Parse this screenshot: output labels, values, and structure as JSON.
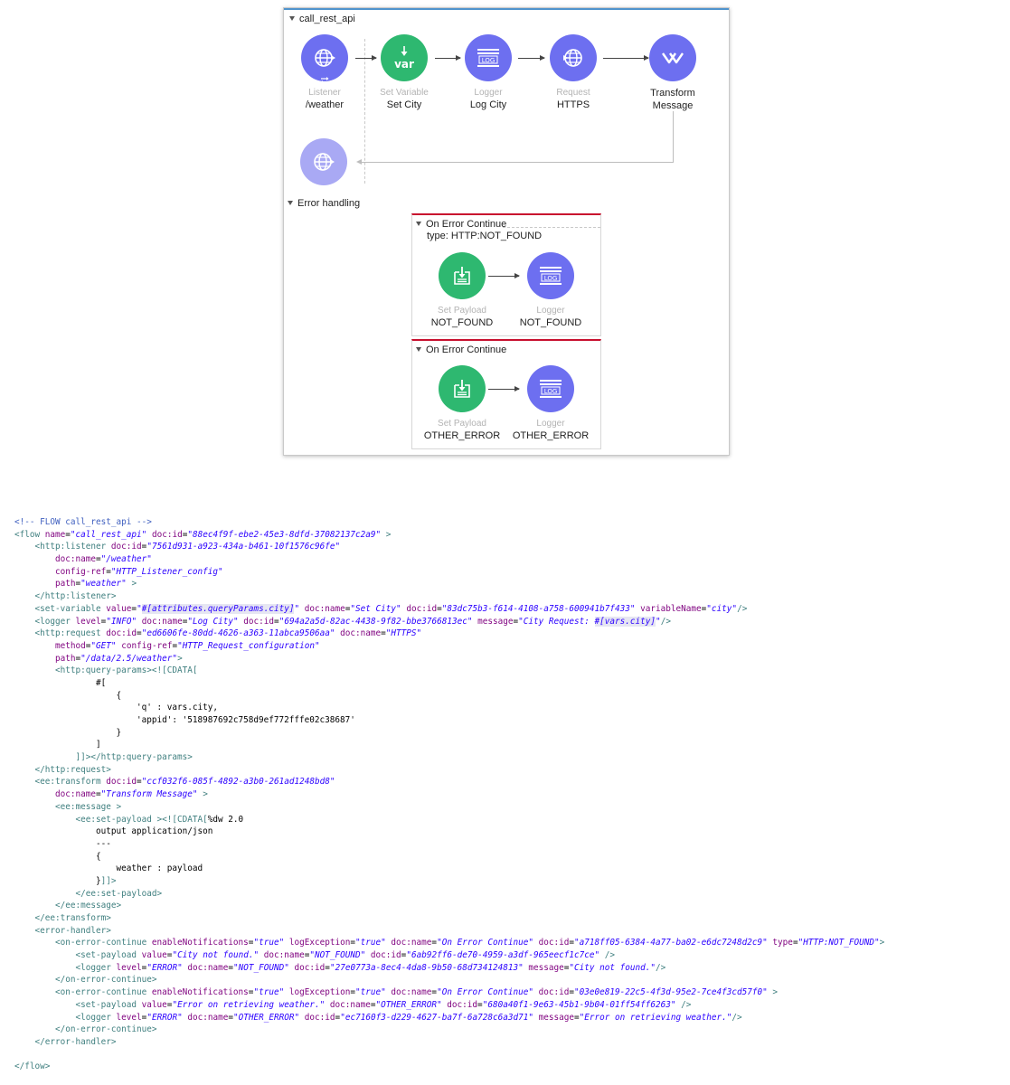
{
  "flow": {
    "title": "call_rest_api",
    "nodes": [
      {
        "type": "Listener",
        "name": "/weather",
        "icon": "globe-icon"
      },
      {
        "type": "Set Variable",
        "name": "Set City",
        "icon": "var-icon",
        "icon_text": "var"
      },
      {
        "type": "Logger",
        "name": "Log City",
        "icon": "log-icon",
        "icon_text": "LOG"
      },
      {
        "type": "Request",
        "name": "HTTPS",
        "icon": "globe-icon"
      },
      {
        "type": "",
        "name": "Transform\nMessage",
        "icon": "dataweave-icon"
      }
    ],
    "return_icon": "globe-icon"
  },
  "error_handling": {
    "title": "Error handling",
    "handlers": [
      {
        "title": "On Error Continue",
        "subtitle": "type: HTTP:NOT_FOUND",
        "nodes": [
          {
            "type": "Set Payload",
            "name": "NOT_FOUND",
            "icon": "set-payload-icon"
          },
          {
            "type": "Logger",
            "name": "NOT_FOUND",
            "icon": "log-icon",
            "icon_text": "LOG"
          }
        ]
      },
      {
        "title": "On Error Continue",
        "nodes": [
          {
            "type": "Set Payload",
            "name": "OTHER_ERROR",
            "icon": "set-payload-icon"
          },
          {
            "type": "Logger",
            "name": "OTHER_ERROR",
            "icon": "log-icon",
            "icon_text": "LOG"
          }
        ]
      }
    ]
  },
  "colors": {
    "processor_purple": "#6d6ff0",
    "source_light_purple": "#a9a9f4",
    "set_green": "#2eb870",
    "error_red": "#c8102e",
    "flow_blue": "#4f94cd"
  },
  "code": {
    "lines": [
      [
        [
          "com",
          "<!-- FLOW call_rest_api -->"
        ]
      ],
      [
        [
          "tag",
          "<flow "
        ],
        [
          "attr",
          "name"
        ],
        [
          "txt",
          "="
        ],
        [
          "str",
          "\"call_rest_api\""
        ],
        [
          "txt",
          " "
        ],
        [
          "attr",
          "doc:id"
        ],
        [
          "txt",
          "="
        ],
        [
          "str",
          "\"88ec4f9f-ebe2-45e3-8dfd-37082137c2a9\""
        ],
        [
          "tag",
          " >"
        ]
      ],
      [
        [
          "txt",
          "    "
        ],
        [
          "tag",
          "<http:listener "
        ],
        [
          "attr",
          "doc:id"
        ],
        [
          "txt",
          "="
        ],
        [
          "str",
          "\"7561d931-a923-434a-b461-10f1576c96fe\""
        ]
      ],
      [
        [
          "txt",
          "        "
        ],
        [
          "attr",
          "doc:name"
        ],
        [
          "txt",
          "="
        ],
        [
          "str",
          "\"/weather\""
        ]
      ],
      [
        [
          "txt",
          "        "
        ],
        [
          "attr",
          "config-ref"
        ],
        [
          "txt",
          "="
        ],
        [
          "str",
          "\"HTTP_Listener_config\""
        ]
      ],
      [
        [
          "txt",
          "        "
        ],
        [
          "attr",
          "path"
        ],
        [
          "txt",
          "="
        ],
        [
          "str",
          "\"weather\""
        ],
        [
          "tag",
          " >"
        ]
      ],
      [
        [
          "txt",
          "    "
        ],
        [
          "tag",
          "</http:listener>"
        ]
      ],
      [
        [
          "txt",
          "    "
        ],
        [
          "tag",
          "<set-variable "
        ],
        [
          "attr",
          "value"
        ],
        [
          "txt",
          "="
        ],
        [
          "str",
          "\""
        ],
        [
          "hlstr",
          "#[attributes.queryParams.city]"
        ],
        [
          "str",
          "\""
        ],
        [
          "txt",
          " "
        ],
        [
          "attr",
          "doc:name"
        ],
        [
          "txt",
          "="
        ],
        [
          "str",
          "\"Set City\""
        ],
        [
          "txt",
          " "
        ],
        [
          "attr",
          "doc:id"
        ],
        [
          "txt",
          "="
        ],
        [
          "str",
          "\"83dc75b3-f614-4108-a758-600941b7f433\""
        ],
        [
          "txt",
          " "
        ],
        [
          "attr",
          "variableName"
        ],
        [
          "txt",
          "="
        ],
        [
          "str",
          "\"city\""
        ],
        [
          "tag",
          "/>"
        ]
      ],
      [
        [
          "txt",
          "    "
        ],
        [
          "tag",
          "<logger "
        ],
        [
          "attr",
          "level"
        ],
        [
          "txt",
          "="
        ],
        [
          "str",
          "\"INFO\""
        ],
        [
          "txt",
          " "
        ],
        [
          "attr",
          "doc:name"
        ],
        [
          "txt",
          "="
        ],
        [
          "str",
          "\"Log City\""
        ],
        [
          "txt",
          " "
        ],
        [
          "attr",
          "doc:id"
        ],
        [
          "txt",
          "="
        ],
        [
          "str",
          "\"694a2a5d-82ac-4438-9f82-bbe3766813ec\""
        ],
        [
          "txt",
          " "
        ],
        [
          "attr",
          "message"
        ],
        [
          "txt",
          "="
        ],
        [
          "str",
          "\"City Request: "
        ],
        [
          "hlstr",
          "#[vars.city]"
        ],
        [
          "str",
          "\""
        ],
        [
          "tag",
          "/>"
        ]
      ],
      [
        [
          "txt",
          "    "
        ],
        [
          "tag",
          "<http:request "
        ],
        [
          "attr",
          "doc:id"
        ],
        [
          "txt",
          "="
        ],
        [
          "str",
          "\"ed6606fe-80dd-4626-a363-11abca9506aa\""
        ],
        [
          "txt",
          " "
        ],
        [
          "attr",
          "doc:name"
        ],
        [
          "txt",
          "="
        ],
        [
          "str",
          "\"HTTPS\""
        ]
      ],
      [
        [
          "txt",
          "        "
        ],
        [
          "attr",
          "method"
        ],
        [
          "txt",
          "="
        ],
        [
          "str",
          "\"GET\""
        ],
        [
          "txt",
          " "
        ],
        [
          "attr",
          "config-ref"
        ],
        [
          "txt",
          "="
        ],
        [
          "str",
          "\"HTTP_Request_configuration\""
        ]
      ],
      [
        [
          "txt",
          "        "
        ],
        [
          "attr",
          "path"
        ],
        [
          "txt",
          "="
        ],
        [
          "str",
          "\"/data/2.5/weather\""
        ],
        [
          "tag",
          ">"
        ]
      ],
      [
        [
          "txt",
          "        "
        ],
        [
          "tag",
          "<http:query-params><![CDATA["
        ]
      ],
      [
        [
          "txt",
          "                #["
        ]
      ],
      [
        [
          "txt",
          "                    {"
        ]
      ],
      [
        [
          "txt",
          "                        'q' : vars.city,"
        ]
      ],
      [
        [
          "txt",
          "                        'appid': '518987692c758d9ef772fffe02c38687'"
        ]
      ],
      [
        [
          "txt",
          "                    }"
        ]
      ],
      [
        [
          "txt",
          "                ]"
        ]
      ],
      [
        [
          "txt",
          "            "
        ],
        [
          "tag",
          "]]></http:query-params>"
        ]
      ],
      [
        [
          "txt",
          "    "
        ],
        [
          "tag",
          "</http:request>"
        ]
      ],
      [
        [
          "txt",
          "    "
        ],
        [
          "tag",
          "<ee:transform "
        ],
        [
          "attr",
          "doc:id"
        ],
        [
          "txt",
          "="
        ],
        [
          "str",
          "\"ccf032f6-085f-4892-a3b0-261ad1248bd8\""
        ]
      ],
      [
        [
          "txt",
          "        "
        ],
        [
          "attr",
          "doc:name"
        ],
        [
          "txt",
          "="
        ],
        [
          "str",
          "\"Transform Message\""
        ],
        [
          "tag",
          " >"
        ]
      ],
      [
        [
          "txt",
          "        "
        ],
        [
          "tag",
          "<ee:message "
        ],
        [
          "tag",
          ">"
        ]
      ],
      [
        [
          "txt",
          "            "
        ],
        [
          "tag",
          "<ee:set-payload "
        ],
        [
          "tag",
          "><![CDATA["
        ],
        [
          "txt",
          "%dw 2.0"
        ]
      ],
      [
        [
          "txt",
          "                output application/json"
        ]
      ],
      [
        [
          "txt",
          "                ---"
        ]
      ],
      [
        [
          "txt",
          "                {"
        ]
      ],
      [
        [
          "txt",
          "                    weather : payload"
        ]
      ],
      [
        [
          "txt",
          "                }"
        ],
        [
          "tag",
          "]]>"
        ]
      ],
      [
        [
          "txt",
          "            "
        ],
        [
          "tag",
          "</ee:set-payload>"
        ]
      ],
      [
        [
          "txt",
          "        "
        ],
        [
          "tag",
          "</ee:message>"
        ]
      ],
      [
        [
          "txt",
          "    "
        ],
        [
          "tag",
          "</ee:transform>"
        ]
      ],
      [
        [
          "txt",
          "    "
        ],
        [
          "tag",
          "<error-handler>"
        ]
      ],
      [
        [
          "txt",
          "        "
        ],
        [
          "tag",
          "<on-error-continue "
        ],
        [
          "attr",
          "enableNotifications"
        ],
        [
          "txt",
          "="
        ],
        [
          "str",
          "\"true\""
        ],
        [
          "txt",
          " "
        ],
        [
          "attr",
          "logException"
        ],
        [
          "txt",
          "="
        ],
        [
          "str",
          "\"true\""
        ],
        [
          "txt",
          " "
        ],
        [
          "attr",
          "doc:name"
        ],
        [
          "txt",
          "="
        ],
        [
          "str",
          "\"On Error Continue\""
        ],
        [
          "txt",
          " "
        ],
        [
          "attr",
          "doc:id"
        ],
        [
          "txt",
          "="
        ],
        [
          "str",
          "\"a718ff05-6384-4a77-ba02-e6dc7248d2c9\""
        ],
        [
          "txt",
          " "
        ],
        [
          "attr",
          "type"
        ],
        [
          "txt",
          "="
        ],
        [
          "str",
          "\"HTTP:NOT_FOUND\""
        ],
        [
          "tag",
          ">"
        ]
      ],
      [
        [
          "txt",
          "            "
        ],
        [
          "tag",
          "<set-payload "
        ],
        [
          "attr",
          "value"
        ],
        [
          "txt",
          "="
        ],
        [
          "str",
          "\"City not found.\""
        ],
        [
          "txt",
          " "
        ],
        [
          "attr",
          "doc:name"
        ],
        [
          "txt",
          "="
        ],
        [
          "str",
          "\"NOT_FOUND\""
        ],
        [
          "txt",
          " "
        ],
        [
          "attr",
          "doc:id"
        ],
        [
          "txt",
          "="
        ],
        [
          "str",
          "\"6ab92ff6-de70-4959-a3df-965eecf1c7ce\""
        ],
        [
          "tag",
          " />"
        ]
      ],
      [
        [
          "txt",
          "            "
        ],
        [
          "tag",
          "<logger "
        ],
        [
          "attr",
          "level"
        ],
        [
          "txt",
          "="
        ],
        [
          "str",
          "\"ERROR\""
        ],
        [
          "txt",
          " "
        ],
        [
          "attr",
          "doc:name"
        ],
        [
          "txt",
          "="
        ],
        [
          "str",
          "\"NOT_FOUND\""
        ],
        [
          "txt",
          " "
        ],
        [
          "attr",
          "doc:id"
        ],
        [
          "txt",
          "="
        ],
        [
          "str",
          "\"27e0773a-8ec4-4da8-9b50-68d734124813\""
        ],
        [
          "txt",
          " "
        ],
        [
          "attr",
          "message"
        ],
        [
          "txt",
          "="
        ],
        [
          "str",
          "\"City not found.\""
        ],
        [
          "tag",
          "/>"
        ]
      ],
      [
        [
          "txt",
          "        "
        ],
        [
          "tag",
          "</on-error-continue>"
        ]
      ],
      [
        [
          "txt",
          "        "
        ],
        [
          "tag",
          "<on-error-continue "
        ],
        [
          "attr",
          "enableNotifications"
        ],
        [
          "txt",
          "="
        ],
        [
          "str",
          "\"true\""
        ],
        [
          "txt",
          " "
        ],
        [
          "attr",
          "logException"
        ],
        [
          "txt",
          "="
        ],
        [
          "str",
          "\"true\""
        ],
        [
          "txt",
          " "
        ],
        [
          "attr",
          "doc:name"
        ],
        [
          "txt",
          "="
        ],
        [
          "str",
          "\"On Error Continue\""
        ],
        [
          "txt",
          " "
        ],
        [
          "attr",
          "doc:id"
        ],
        [
          "txt",
          "="
        ],
        [
          "str",
          "\"03e0e819-22c5-4f3d-95e2-7ce4f3cd57f0\""
        ],
        [
          "tag",
          " >"
        ]
      ],
      [
        [
          "txt",
          "            "
        ],
        [
          "tag",
          "<set-payload "
        ],
        [
          "attr",
          "value"
        ],
        [
          "txt",
          "="
        ],
        [
          "str",
          "\"Error on retrieving weather.\""
        ],
        [
          "txt",
          " "
        ],
        [
          "attr",
          "doc:name"
        ],
        [
          "txt",
          "="
        ],
        [
          "str",
          "\"OTHER_ERROR\""
        ],
        [
          "txt",
          " "
        ],
        [
          "attr",
          "doc:id"
        ],
        [
          "txt",
          "="
        ],
        [
          "str",
          "\"680a40f1-9e63-45b1-9b04-01ff54ff6263\""
        ],
        [
          "tag",
          " />"
        ]
      ],
      [
        [
          "txt",
          "            "
        ],
        [
          "tag",
          "<logger "
        ],
        [
          "attr",
          "level"
        ],
        [
          "txt",
          "="
        ],
        [
          "str",
          "\"ERROR\""
        ],
        [
          "txt",
          " "
        ],
        [
          "attr",
          "doc:name"
        ],
        [
          "txt",
          "="
        ],
        [
          "str",
          "\"OTHER_ERROR\""
        ],
        [
          "txt",
          " "
        ],
        [
          "attr",
          "doc:id"
        ],
        [
          "txt",
          "="
        ],
        [
          "str",
          "\"ec7160f3-d229-4627-ba7f-6a728c6a3d71\""
        ],
        [
          "txt",
          " "
        ],
        [
          "attr",
          "message"
        ],
        [
          "txt",
          "="
        ],
        [
          "str",
          "\"Error on retrieving weather.\""
        ],
        [
          "tag",
          "/>"
        ]
      ],
      [
        [
          "txt",
          "        "
        ],
        [
          "tag",
          "</on-error-continue>"
        ]
      ],
      [
        [
          "txt",
          "    "
        ],
        [
          "tag",
          "</error-handler>"
        ]
      ],
      [
        [
          "txt",
          ""
        ]
      ],
      [
        [
          "tag",
          "</flow>"
        ]
      ]
    ]
  }
}
